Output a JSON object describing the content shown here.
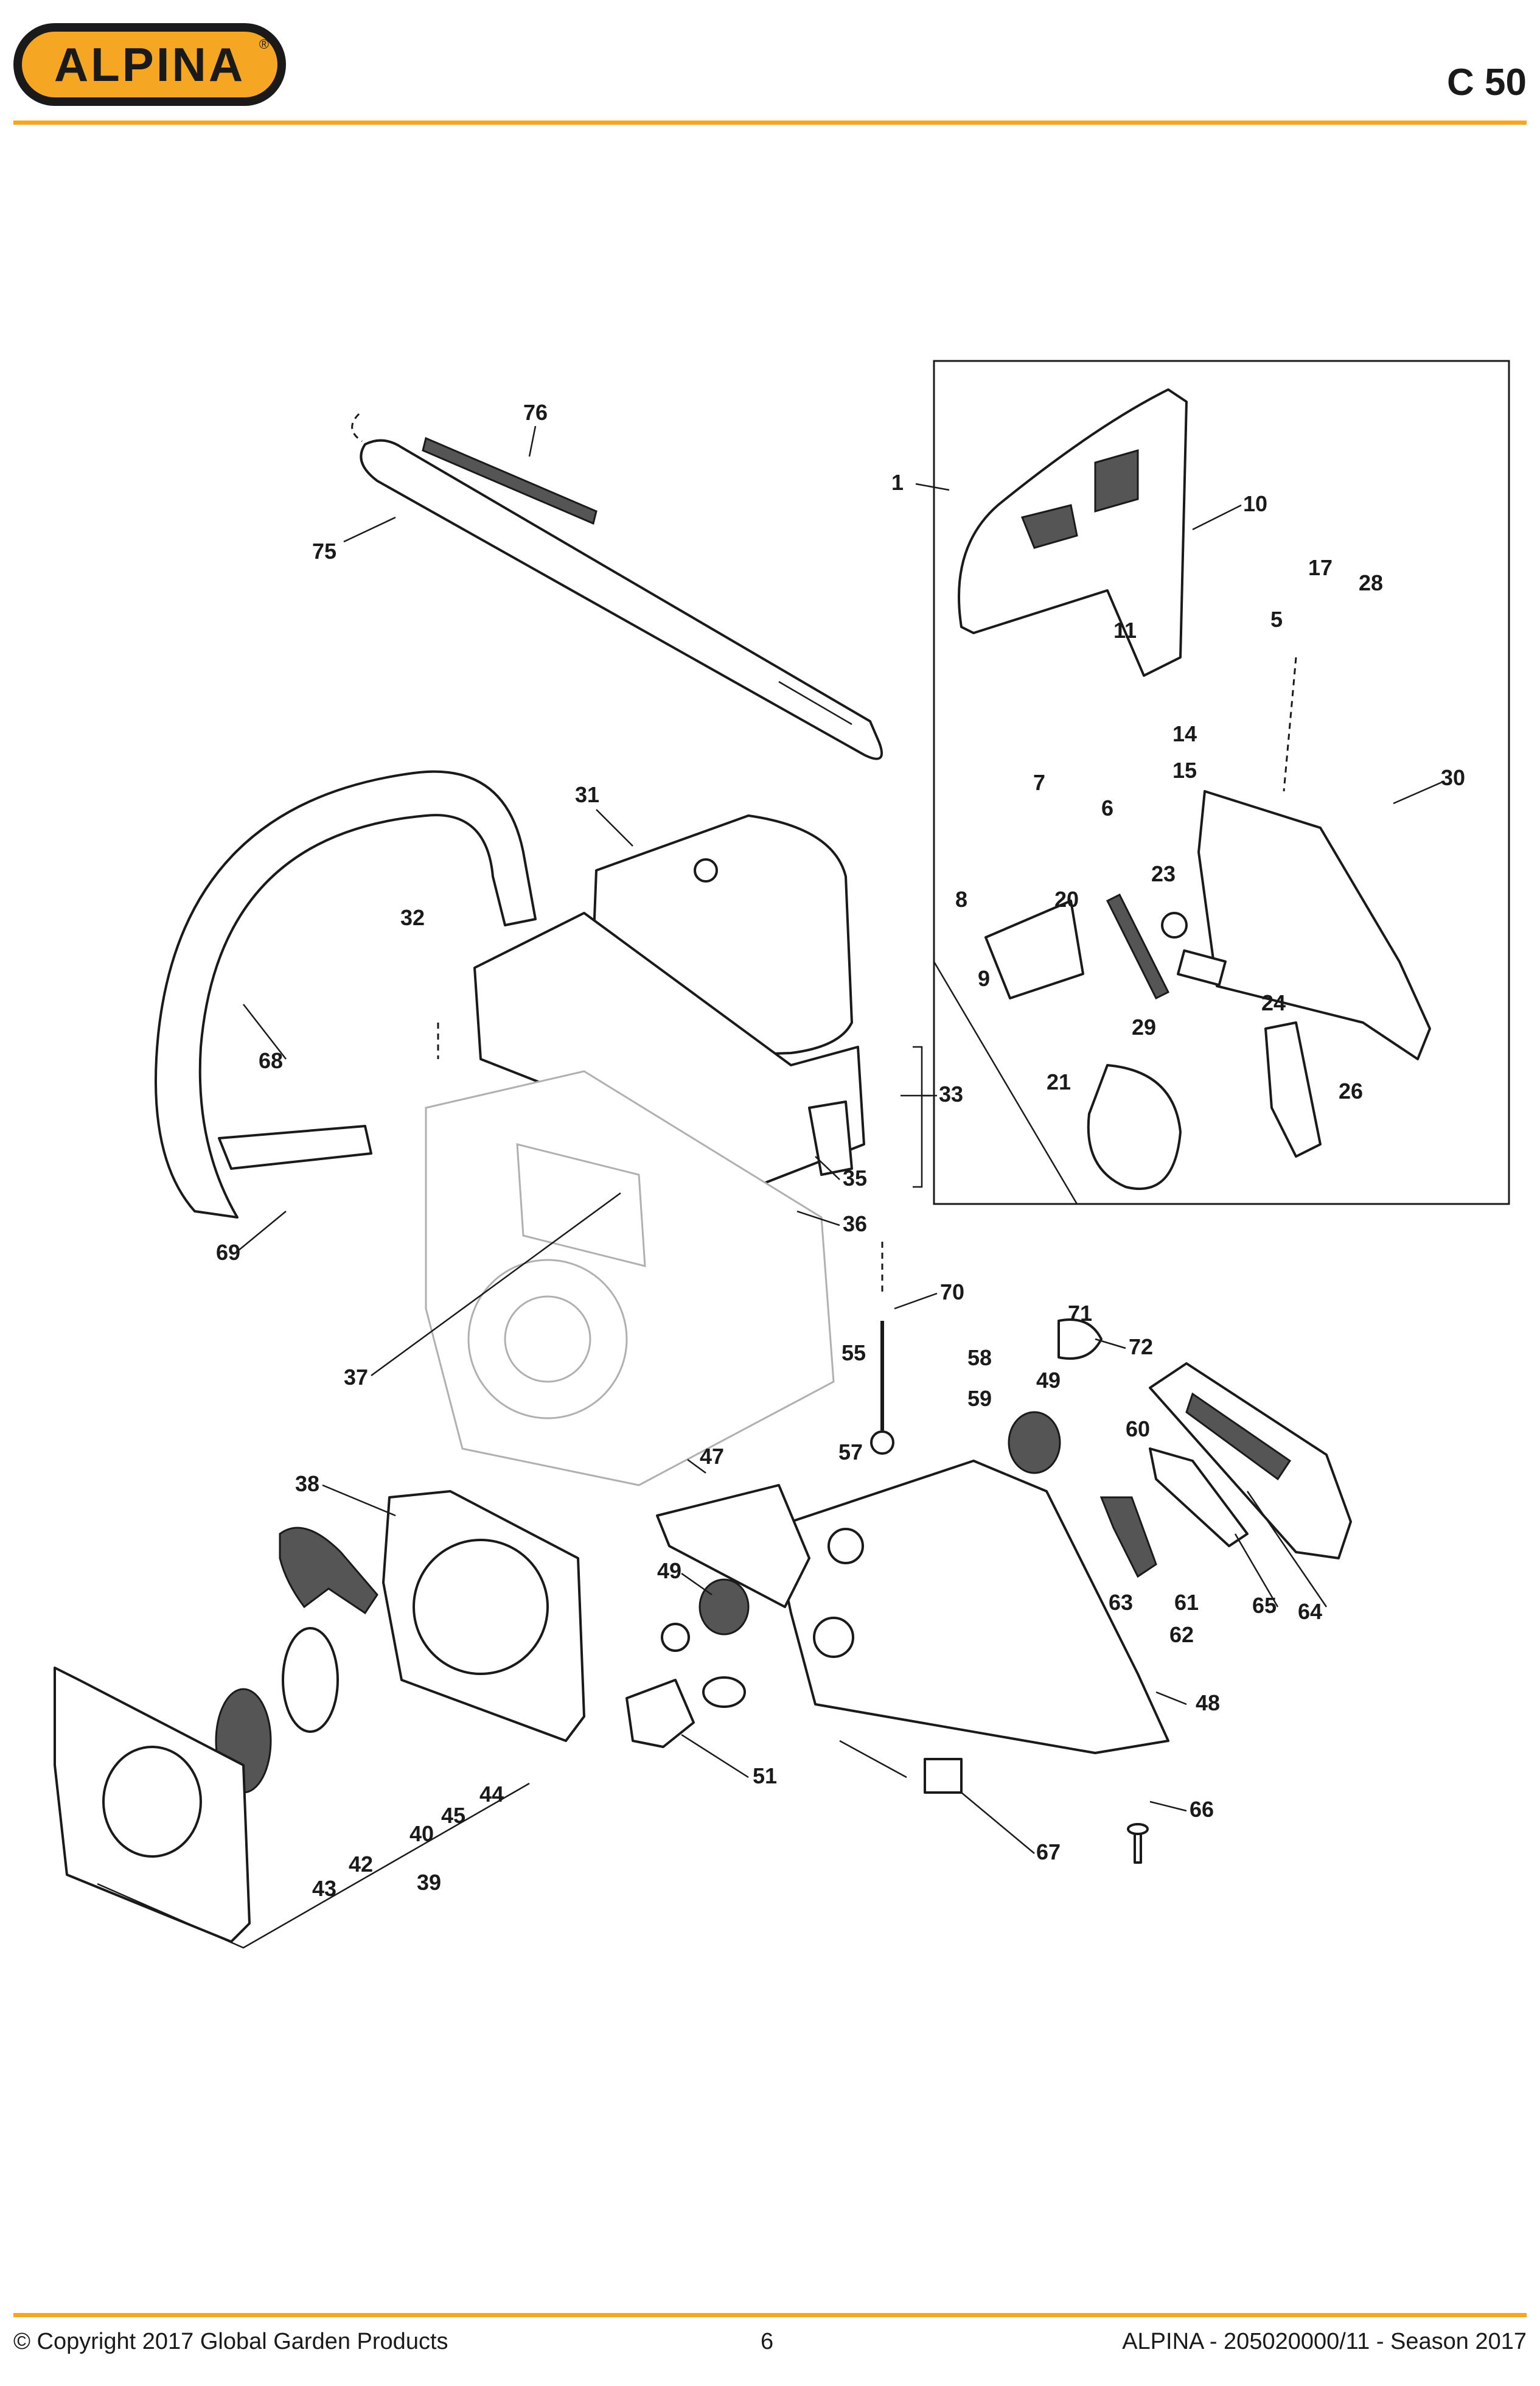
{
  "header": {
    "brand": "ALPINA",
    "registered_mark": "®",
    "model": "C 50"
  },
  "colors": {
    "accent": "#f5a623",
    "ink": "#1a1a1a"
  },
  "callouts": [
    "1",
    "5",
    "6",
    "7",
    "8",
    "9",
    "10",
    "11",
    "14",
    "15",
    "17",
    "20",
    "21",
    "23",
    "24",
    "26",
    "28",
    "29",
    "30",
    "31",
    "32",
    "33",
    "35",
    "36",
    "37",
    "38",
    "39",
    "40",
    "42",
    "43",
    "44",
    "45",
    "47",
    "48",
    "49",
    "49",
    "51",
    "55",
    "57",
    "58",
    "59",
    "60",
    "61",
    "62",
    "63",
    "64",
    "65",
    "66",
    "67",
    "68",
    "69",
    "70",
    "71",
    "72",
    "75",
    "76"
  ],
  "footer": {
    "copyright": "© Copyright 2017 Global Garden Products",
    "page": "6",
    "doc_ref": "ALPINA - 205020000/11 - Season 2017"
  }
}
